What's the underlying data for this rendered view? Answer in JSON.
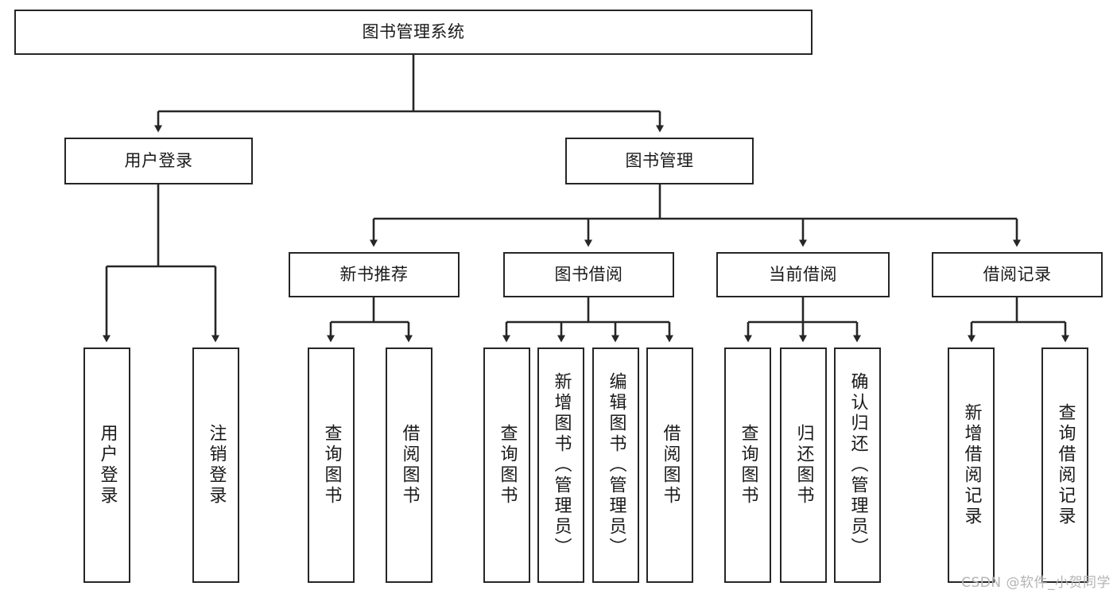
{
  "diagram": {
    "type": "tree-flowchart",
    "title": "图书管理系统",
    "nodes": {
      "root": {
        "label": "图书管理系统"
      },
      "level2": [
        {
          "id": "user-login",
          "label": "用户登录"
        },
        {
          "id": "book-manage",
          "label": "图书管理"
        }
      ],
      "level3": [
        {
          "id": "new-book-recommend",
          "label": "新书推荐"
        },
        {
          "id": "book-borrow",
          "label": "图书借阅"
        },
        {
          "id": "current-borrow",
          "label": "当前借阅"
        },
        {
          "id": "borrow-record",
          "label": "借阅记录"
        }
      ],
      "leaves": {
        "user-login": [
          {
            "id": "leaf-user-login",
            "label": "用户登录"
          },
          {
            "id": "leaf-logout-login",
            "label": "注销登录"
          }
        ],
        "new-book-recommend": [
          {
            "id": "leaf-query-book-1",
            "label": "查询图书"
          },
          {
            "id": "leaf-borrow-book-1",
            "label": "借阅图书"
          }
        ],
        "book-borrow": [
          {
            "id": "leaf-query-book-2",
            "label": "查询图书"
          },
          {
            "id": "leaf-add-book",
            "label": "新增图书（管理员）"
          },
          {
            "id": "leaf-edit-book",
            "label": "编辑图书（管理员）"
          },
          {
            "id": "leaf-borrow-book-2",
            "label": "借阅图书"
          }
        ],
        "current-borrow": [
          {
            "id": "leaf-query-book-3",
            "label": "查询图书"
          },
          {
            "id": "leaf-return-book",
            "label": "归还图书"
          },
          {
            "id": "leaf-confirm-return",
            "label": "确认归还（管理员）"
          }
        ],
        "borrow-record": [
          {
            "id": "leaf-add-record",
            "label": "新增借阅记录"
          },
          {
            "id": "leaf-query-record",
            "label": "查询借阅记录"
          }
        ]
      }
    },
    "colors": {
      "border": "#262626",
      "background": "#ffffff",
      "text": "#1a1a1a",
      "connector": "#333333",
      "watermark": "#b4b4b4"
    }
  },
  "watermark": {
    "text": "CSDN @软件_小贺同学"
  }
}
